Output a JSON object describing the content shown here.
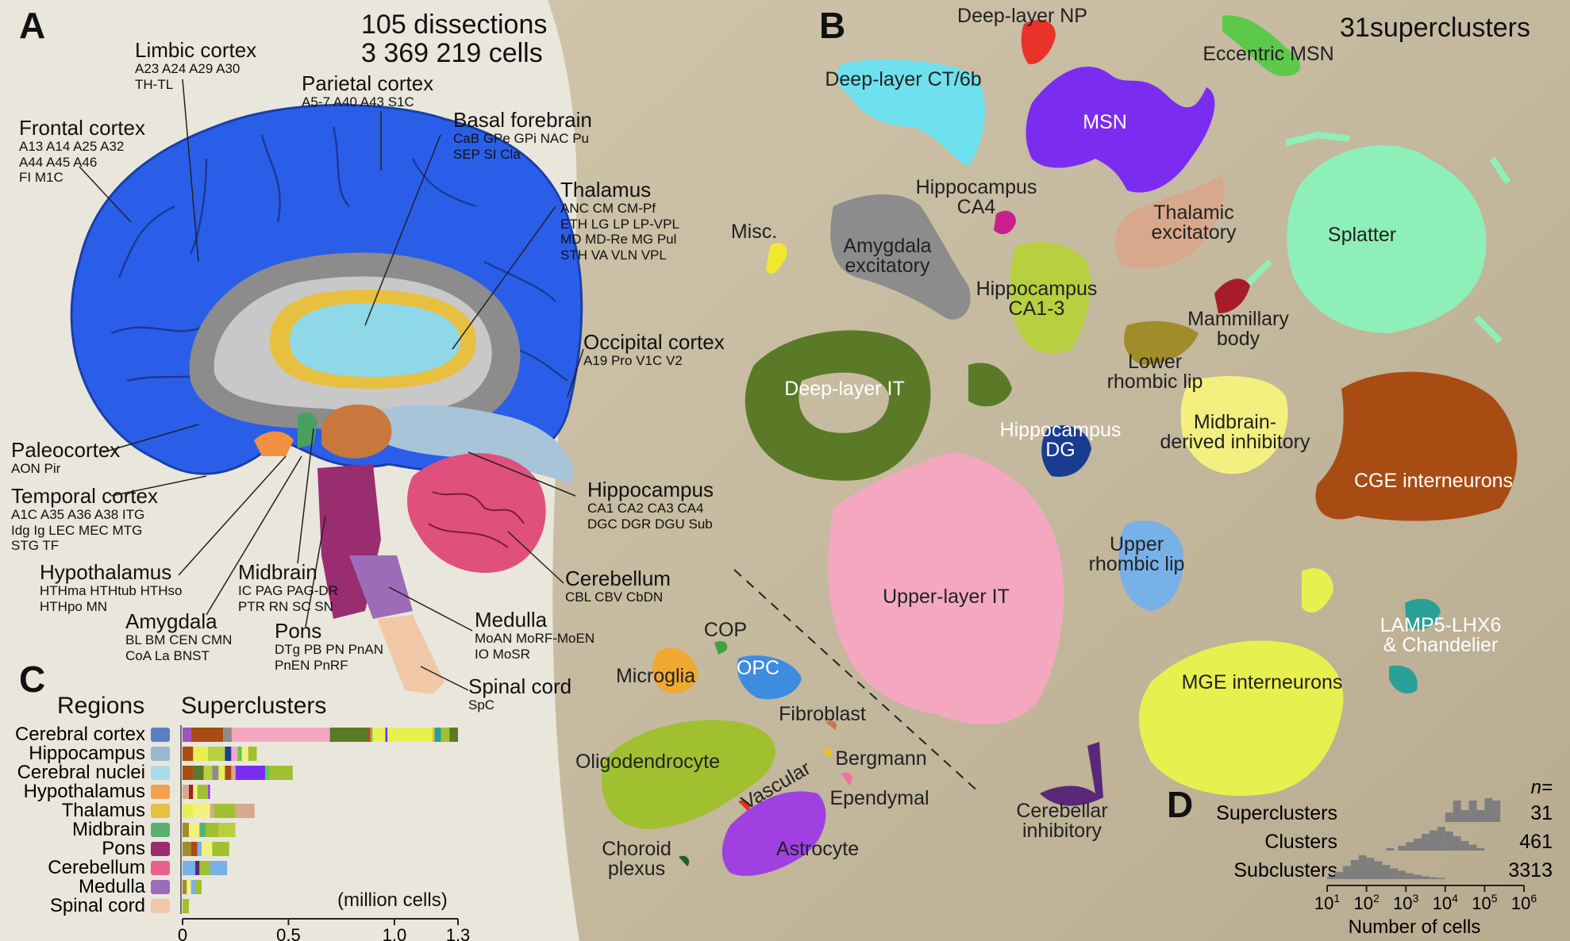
{
  "panels": {
    "a": "A",
    "b": "B",
    "c": "C",
    "d": "D"
  },
  "summary": {
    "dissections": "105 dissections",
    "cells": "3 369 219 cells",
    "superclusters": "31superclusters"
  },
  "regions_a": [
    {
      "id": "limbic",
      "name": "Limbic cortex",
      "subs": [
        "A23 A24 A29 A30",
        "TH-TL"
      ]
    },
    {
      "id": "parietal",
      "name": "Parietal cortex",
      "subs": [
        "A5-7 A40 A43 S1C"
      ]
    },
    {
      "id": "frontal",
      "name": "Frontal cortex",
      "subs": [
        "A13 A14 A25 A32",
        "A44 A45 A46",
        "FI M1C"
      ]
    },
    {
      "id": "basal",
      "name": "Basal forebrain",
      "subs": [
        "CaB GPe GPi NAC Pu",
        "SEP SI Cla"
      ]
    },
    {
      "id": "thalamus",
      "name": "Thalamus",
      "subs": [
        "ANC CM CM-Pf",
        "ETH LG LP LP-VPL",
        "MD MD-Re MG Pul",
        "STH VA VLN VPL"
      ]
    },
    {
      "id": "occipital",
      "name": "Occipital cortex",
      "subs": [
        "A19 Pro V1C V2"
      ]
    },
    {
      "id": "paleocortex",
      "name": "Paleocortex",
      "subs": [
        "AON Pir"
      ]
    },
    {
      "id": "temporal",
      "name": "Temporal cortex",
      "subs": [
        "A1C A35 A36 A38 ITG",
        "Idg Ig LEC MEC MTG",
        "STG TF"
      ]
    },
    {
      "id": "hippocampus",
      "name": "Hippocampus",
      "subs": [
        "CA1 CA2 CA3 CA4",
        "DGC DGR DGU Sub"
      ]
    },
    {
      "id": "hypothalamus",
      "name": "Hypothalamus",
      "subs": [
        "HTHma HTHtub HTHso",
        "HTHpo MN"
      ]
    },
    {
      "id": "midbrain",
      "name": "Midbrain",
      "subs": [
        "IC PAG PAG-DR",
        "PTR RN SC SN"
      ]
    },
    {
      "id": "cerebellum",
      "name": "Cerebellum",
      "subs": [
        "CBL CBV CbDN"
      ]
    },
    {
      "id": "amygdala",
      "name": "Amygdala",
      "subs": [
        "BL BM CEN CMN",
        "CoA La BNST"
      ]
    },
    {
      "id": "pons",
      "name": "Pons",
      "subs": [
        "DTg PB PN PnAN",
        "PnEN PnRF"
      ]
    },
    {
      "id": "medulla",
      "name": "Medulla",
      "subs": [
        "MoAN MoRF-MoEN",
        "IO MoSR"
      ]
    },
    {
      "id": "spinal",
      "name": "Spinal cord",
      "subs": [
        "SpC"
      ]
    }
  ],
  "clusters": [
    {
      "id": "deep-np",
      "label": "Deep-layer NP",
      "color": "#e8322a"
    },
    {
      "id": "eccentric-msn",
      "label": "Eccentric MSN",
      "color": "#5cc94a"
    },
    {
      "id": "deep-ct",
      "label": "Deep-layer CT/6b",
      "color": "#6ee0ee"
    },
    {
      "id": "msn",
      "label": "MSN",
      "color": "#7a2df0"
    },
    {
      "id": "hippo-ca4",
      "label": "Hippocampus\nCA4",
      "color": "#c8208c"
    },
    {
      "id": "thalamic-exc",
      "label": "Thalamic\nexcitatory",
      "color": "#d8a88c"
    },
    {
      "id": "splatter",
      "label": "Splatter",
      "color": "#8ef0b8"
    },
    {
      "id": "misc",
      "label": "Misc.",
      "color": "#f0e830"
    },
    {
      "id": "amygdala-exc",
      "label": "Amygdala\nexcitatory",
      "color": "#8c8c8c"
    },
    {
      "id": "hippo-ca13",
      "label": "Hippocampus\nCA1-3",
      "color": "#b8d040"
    },
    {
      "id": "mammillary",
      "label": "Mammillary\nbody",
      "color": "#a81c28"
    },
    {
      "id": "lower-rl",
      "label": "Lower\nrhombic lip",
      "color": "#a08c28"
    },
    {
      "id": "deep-it",
      "label": "Deep-layer IT",
      "color": "#5a7a28"
    },
    {
      "id": "hippo-dg",
      "label": "Hippocampus\nDG",
      "color": "#1a3c90"
    },
    {
      "id": "midbrain-inh",
      "label": "Midbrain-\nderived inhibitory",
      "color": "#f4f080"
    },
    {
      "id": "cge",
      "label": "CGE interneurons",
      "color": "#a84c14"
    },
    {
      "id": "upper-rl",
      "label": "Upper\nrhombic lip",
      "color": "#78b0e8"
    },
    {
      "id": "upper-it",
      "label": "Upper-layer IT",
      "color": "#f4a8c0"
    },
    {
      "id": "lamp5",
      "label": "LAMP5-LHX6\n& Chandelier",
      "color": "#28a098"
    },
    {
      "id": "cop",
      "label": "COP",
      "color": "#40a040"
    },
    {
      "id": "microglia",
      "label": "Microglia",
      "color": "#f0a830"
    },
    {
      "id": "opc",
      "label": "OPC",
      "color": "#3c8ce0"
    },
    {
      "id": "fibroblast",
      "label": "Fibroblast",
      "color": "#c87850"
    },
    {
      "id": "mge",
      "label": "MGE interneurons",
      "color": "#e8f050"
    },
    {
      "id": "oligodendrocyte",
      "label": "Oligodendrocyte",
      "color": "#a0c030"
    },
    {
      "id": "vascular",
      "label": "Vascular",
      "color": "#e03020"
    },
    {
      "id": "bergmann",
      "label": "Bergmann",
      "color": "#f0c020"
    },
    {
      "id": "ependymal",
      "label": "Ependymal",
      "color": "#f070a0"
    },
    {
      "id": "cerebellar-inh",
      "label": "Cerebellar\ninhibitory",
      "color": "#5a2878"
    },
    {
      "id": "choroid",
      "label": "Choroid\nplexus",
      "color": "#206030"
    },
    {
      "id": "astrocyte",
      "label": "Astrocyte",
      "color": "#a040e0"
    }
  ],
  "panel_c": {
    "regions_header": "Regions",
    "superclusters_header": "Superclusters",
    "unit_label": "(million cells)",
    "ticks": [
      "0",
      "0.5",
      "1.0",
      "1.3"
    ],
    "xlim": [
      0,
      1.3
    ]
  },
  "chart_data": [
    {
      "type": "bar",
      "title": "",
      "xlabel": "(million cells)",
      "orientation": "horizontal",
      "categories": [
        "Cerebral cortex",
        "Hippocampus",
        "Cerebral nuclei",
        "Hypothalamus",
        "Thalamus",
        "Midbrain",
        "Pons",
        "Cerebellum",
        "Medulla",
        "Spinal cord"
      ],
      "region_colors": [
        "#5b7fc4",
        "#9ab8d0",
        "#a8dce8",
        "#f0a050",
        "#e8c040",
        "#5ab070",
        "#9a2c70",
        "#e8608c",
        "#9c6cb8",
        "#f0c8a8"
      ],
      "values": [
        1.3,
        0.35,
        0.52,
        0.13,
        0.34,
        0.25,
        0.22,
        0.21,
        0.09,
        0.03
      ],
      "segments": [
        [
          [
            "#a050c8",
            0.04
          ],
          [
            "#a84c14",
            0.15
          ],
          [
            "#8c8c8c",
            0.04
          ],
          [
            "#5a7a28",
            0.0
          ],
          [
            "#f4a8c0",
            0.46
          ],
          [
            "#5a7a28",
            0.18
          ],
          [
            "#e03020",
            0.01
          ],
          [
            "#5cc94a",
            0.01
          ],
          [
            "#e8f050",
            0.06
          ],
          [
            "#7a2df0",
            0.01
          ],
          [
            "#e8f050",
            0.21
          ],
          [
            "#f0c020",
            0.01
          ],
          [
            "#28a098",
            0.03
          ],
          [
            "#a0c030",
            0.04
          ],
          [
            "#5a7a28",
            0.04
          ]
        ],
        [
          [
            "#a84c14",
            0.05
          ],
          [
            "#e8f050",
            0.07
          ],
          [
            "#b8d040",
            0.08
          ],
          [
            "#1a3c90",
            0.03
          ],
          [
            "#f4a8c0",
            0.03
          ],
          [
            "#5cc94a",
            0.02
          ],
          [
            "#f4f080",
            0.03
          ],
          [
            "#a0c030",
            0.04
          ]
        ],
        [
          [
            "#a84c14",
            0.05
          ],
          [
            "#5a7a28",
            0.05
          ],
          [
            "#b8d040",
            0.04
          ],
          [
            "#8c8c8c",
            0.03
          ],
          [
            "#e8f050",
            0.03
          ],
          [
            "#a84c14",
            0.03
          ],
          [
            "#d8a88c",
            0.02
          ],
          [
            "#7a2df0",
            0.14
          ],
          [
            "#5cc94a",
            0.02
          ],
          [
            "#a0c030",
            0.11
          ]
        ],
        [
          [
            "#d8a88c",
            0.03
          ],
          [
            "#a81c28",
            0.02
          ],
          [
            "#f4f080",
            0.02
          ],
          [
            "#a0c030",
            0.05
          ],
          [
            "#a040e0",
            0.01
          ]
        ],
        [
          [
            "#e8f050",
            0.05
          ],
          [
            "#f4f080",
            0.08
          ],
          [
            "#d8a88c",
            0.02
          ],
          [
            "#a0c030",
            0.1
          ],
          [
            "#d8a88c",
            0.09
          ]
        ],
        [
          [
            "#a08c28",
            0.03
          ],
          [
            "#f4f080",
            0.05
          ],
          [
            "#5ab070",
            0.03
          ],
          [
            "#a0c030",
            0.06
          ],
          [
            "#b8d040",
            0.08
          ]
        ],
        [
          [
            "#a08c28",
            0.04
          ],
          [
            "#a84c14",
            0.03
          ],
          [
            "#78b0e8",
            0.02
          ],
          [
            "#f4f080",
            0.05
          ],
          [
            "#a0c030",
            0.08
          ]
        ],
        [
          [
            "#78b0e8",
            0.06
          ],
          [
            "#5a2878",
            0.02
          ],
          [
            "#a0c030",
            0.05
          ],
          [
            "#78b0e8",
            0.08
          ]
        ],
        [
          [
            "#a08c28",
            0.02
          ],
          [
            "#f4f080",
            0.02
          ],
          [
            "#78b0e8",
            0.02
          ],
          [
            "#a0c030",
            0.03
          ]
        ],
        [
          [
            "#a0c030",
            0.03
          ]
        ]
      ]
    },
    {
      "type": "bar",
      "title": "",
      "xlabel": "Number of cells",
      "x_scale": "log",
      "xlim": [
        10,
        1000000
      ],
      "tick_labels": [
        "10^1",
        "10^2",
        "10^3",
        "10^4",
        "10^5",
        "10^6"
      ],
      "y_header": "n=",
      "series": [
        {
          "name": "Superclusters",
          "n": "31"
        },
        {
          "name": "Clusters",
          "n": "461"
        },
        {
          "name": "Subclusters",
          "n": "3313"
        }
      ]
    }
  ]
}
